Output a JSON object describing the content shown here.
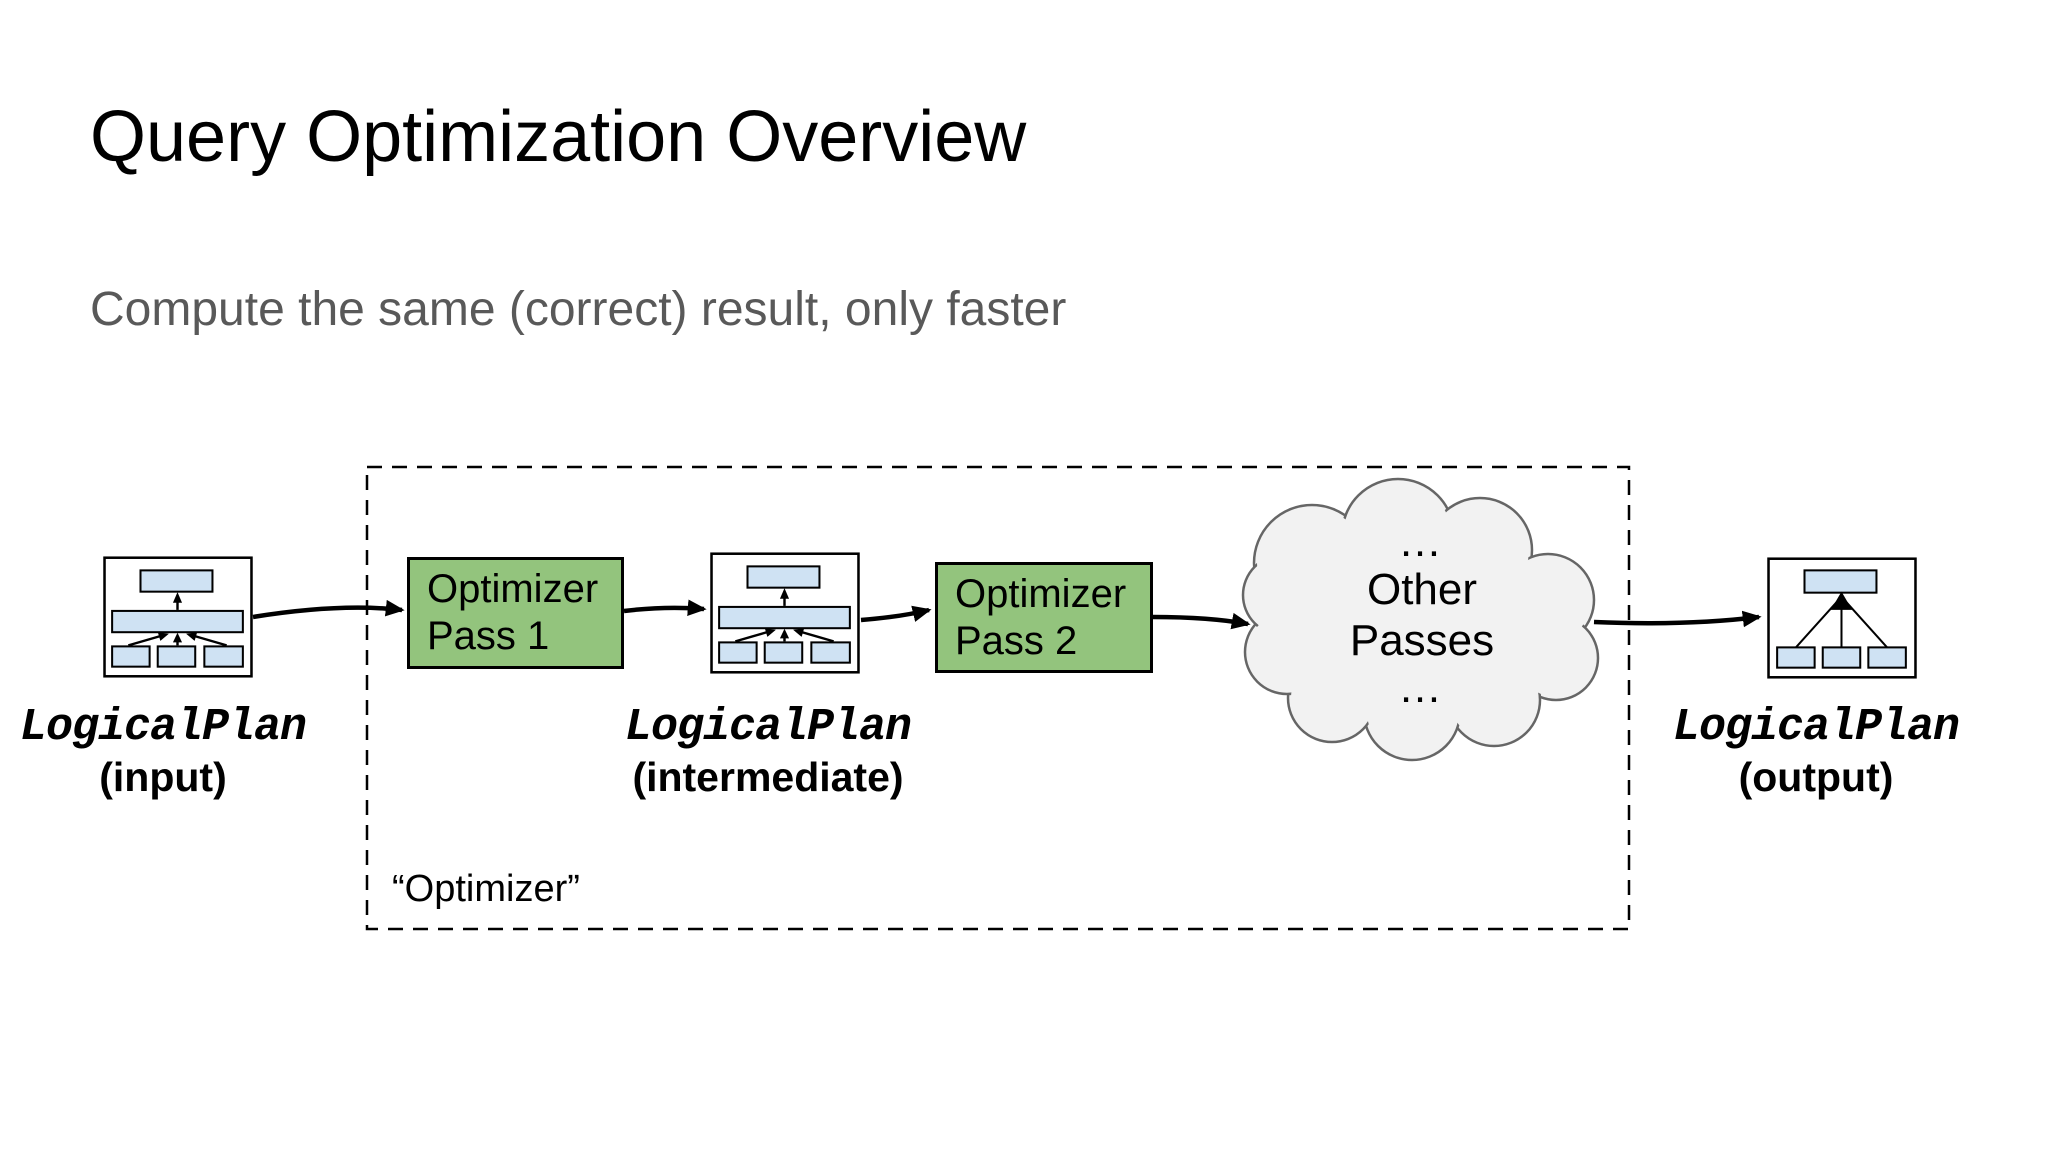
{
  "slide": {
    "title": "Query Optimization Overview",
    "subtitle": "Compute the same (correct) result, only faster"
  },
  "diagram": {
    "plans": {
      "input": {
        "name": "LogicalPlan",
        "role": "(input)"
      },
      "intermediate": {
        "name": "LogicalPlan",
        "role": "(intermediate)"
      },
      "output": {
        "name": "LogicalPlan",
        "role": "(output)"
      }
    },
    "passes": {
      "pass1": {
        "line1": "Optimizer",
        "line2": "Pass 1"
      },
      "pass2": {
        "line1": "Optimizer",
        "line2": "Pass 2"
      }
    },
    "cloud": {
      "dots_top": "…",
      "line1": "Other",
      "line2": "Passes",
      "dots_bottom": "…"
    },
    "optimizer_region_label": "“Optimizer”",
    "icons": {
      "plan_tree": "plan-tree-icon",
      "cloud": "cloud-shape",
      "arrow": "flow-arrow"
    },
    "colors": {
      "pass_box_green": "#93c47d",
      "plan_node_blue": "#cfe2f3",
      "cloud_fill": "#f2f2f2",
      "cloud_stroke": "#666666",
      "subtitle_gray": "#595959",
      "line_black": "#000000"
    }
  }
}
